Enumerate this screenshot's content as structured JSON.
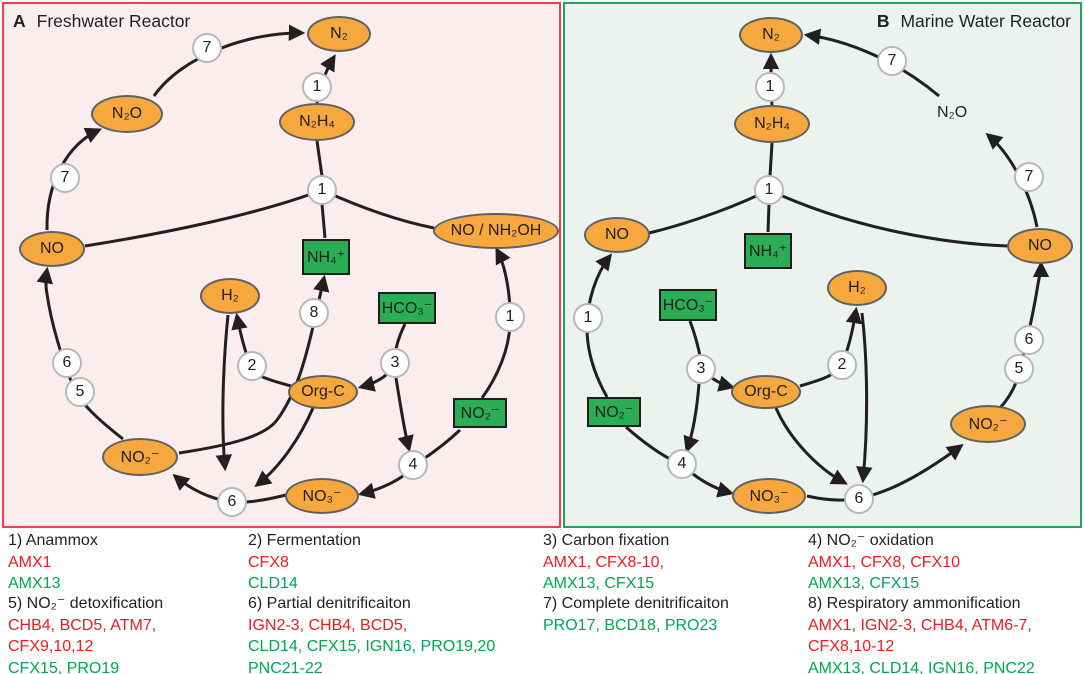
{
  "colors": {
    "panel_a_border": "#e8434e",
    "panel_a_bg": "#fbedee",
    "panel_b_border": "#1ca95d",
    "panel_b_bg": "#ecf2ee",
    "node_orange": "#f6a83f",
    "box_green": "#2aad55",
    "legend_red": "#ec1c24",
    "legend_green": "#00a551",
    "line_black": "#231f20"
  },
  "panel_a": {
    "label": "A",
    "title": "Freshwater Reactor",
    "nodes": {
      "n2": "N₂",
      "n2o": "N₂O",
      "n2h4": "N₂H₄",
      "no": "NO",
      "no_nh2oh": "NO / NH₂OH",
      "h2": "H₂",
      "orgc": "Org-C",
      "no3": "NO₃⁻",
      "no2": "NO₂⁻",
      "nh4_box": "NH₄⁺",
      "hco3_box": "HCO₃⁻",
      "no2_box": "NO₂⁻"
    },
    "circles": {
      "c7a": "7",
      "c7b": "7",
      "c1a": "1",
      "c1b": "1",
      "c8": "8",
      "c2": "2",
      "c3": "3",
      "c1c": "1",
      "c4": "4",
      "c6a": "6",
      "c5a": "5",
      "c6b": "6"
    }
  },
  "panel_b": {
    "label": "B",
    "title": "Marine Water Reactor",
    "nodes": {
      "n2": "N₂",
      "n2h4": "N₂H₄",
      "n2o": "N₂O",
      "no_left": "NO",
      "no_right": "NO",
      "nh4_box": "NH₄⁺",
      "h2": "H₂",
      "hco3_box": "HCO₃⁻",
      "orgc": "Org-C",
      "no2_box": "NO₂⁻",
      "no3": "NO₃⁻",
      "no2": "NO₂⁻"
    },
    "circles": {
      "c7a": "7",
      "c7b": "7",
      "c1a": "1",
      "c1b": "1",
      "c1c": "1",
      "c3": "3",
      "c2": "2",
      "c4": "4",
      "c6a": "6",
      "c5": "5",
      "c6b": "6"
    }
  },
  "legend": {
    "items": [
      {
        "header": "1) Anammox",
        "lines": [
          {
            "text": "AMX1",
            "color": "red"
          },
          {
            "text": "AMX13",
            "color": "green"
          }
        ]
      },
      {
        "header": "2) Fermentation",
        "lines": [
          {
            "text": "CFX8",
            "color": "red"
          },
          {
            "text": "CLD14",
            "color": "green"
          }
        ]
      },
      {
        "header": "3) Carbon fixation",
        "lines": [
          {
            "text": "AMX1, CFX8-10,",
            "color": "red"
          },
          {
            "text": "AMX13, CFX15",
            "color": "green"
          }
        ]
      },
      {
        "header": "4) NO₂⁻ oxidation",
        "lines": [
          {
            "text": "AMX1, CFX8, CFX10",
            "color": "red"
          },
          {
            "text": "AMX13, CFX15",
            "color": "green"
          }
        ]
      },
      {
        "header": "5) NO₂⁻ detoxification",
        "lines": [
          {
            "text": "CHB4, BCD5, ATM7,",
            "color": "red"
          },
          {
            "text": "CFX9,10,12",
            "color": "red"
          },
          {
            "text": "CFX15, PRO19",
            "color": "green"
          }
        ]
      },
      {
        "header": "6) Partial denitrificaiton",
        "lines": [
          {
            "text": "IGN2-3, CHB4, BCD5,",
            "color": "red"
          },
          {
            "text": "CLD14, CFX15, IGN16, PRO19,20",
            "color": "green"
          },
          {
            "text": "PNC21-22",
            "color": "green"
          }
        ]
      },
      {
        "header": "7) Complete denitrificaiton",
        "lines": [
          {
            "text": "PRO17, BCD18, PRO23",
            "color": "green"
          }
        ]
      },
      {
        "header": "8) Respiratory ammonification",
        "lines": [
          {
            "text": "AMX1, IGN2-3, CHB4, ATM6-7,",
            "color": "red"
          },
          {
            "text": "CFX8,10-12",
            "color": "red"
          },
          {
            "text": "AMX13, CLD14, IGN16, PNC22",
            "color": "green"
          }
        ]
      }
    ]
  }
}
